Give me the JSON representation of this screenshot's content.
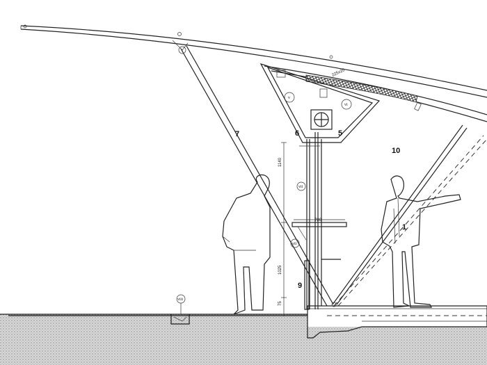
{
  "labels": {
    "l1": "1",
    "l5": "5",
    "l6": "6",
    "l7": "7",
    "l9": "9",
    "l10": "10"
  },
  "dimensions": {
    "d1140": "1140",
    "d700": "700",
    "d1025": "1025",
    "d75": "75",
    "d225x20": "225x20"
  },
  "markers": {
    "m_v": "v",
    "m_vi": "vi",
    "m_vii": "vii",
    "m_viii_left": "vii",
    "m_viii": "viii"
  }
}
